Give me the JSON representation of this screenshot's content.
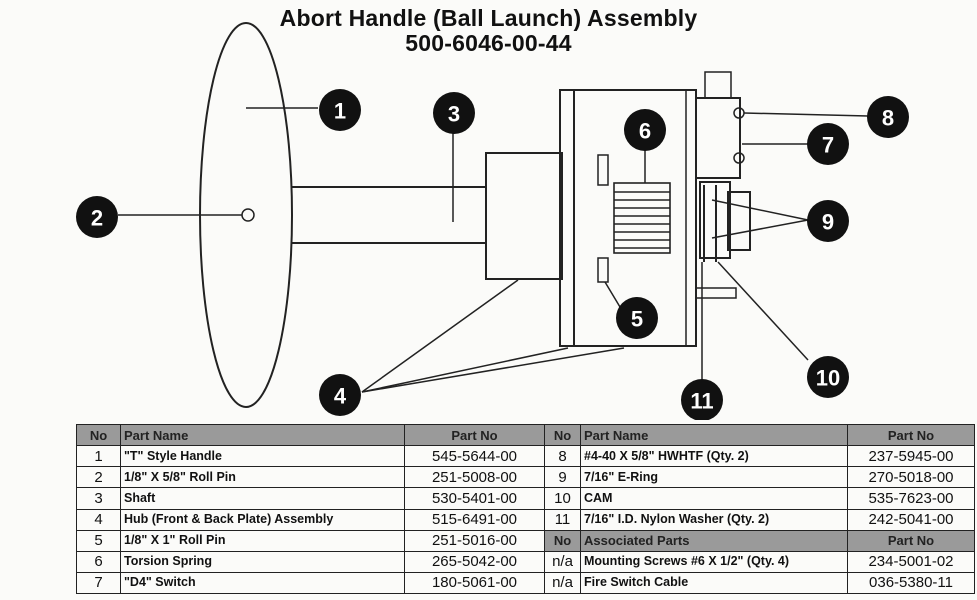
{
  "title": {
    "line1": "Abort Handle (Ball Launch) Assembly",
    "line2": "500-6046-00-44"
  },
  "callouts": [
    "1",
    "2",
    "3",
    "4",
    "5",
    "6",
    "7",
    "8",
    "9",
    "10",
    "11"
  ],
  "table": {
    "headers": {
      "no": "No",
      "part_name": "Part Name",
      "part_no": "Part No"
    },
    "left_rows": [
      {
        "no": "1",
        "name": "\"T\" Style Handle",
        "part": "545-5644-00"
      },
      {
        "no": "2",
        "name": "1/8\" X 5/8\" Roll Pin",
        "part": "251-5008-00"
      },
      {
        "no": "3",
        "name": "Shaft",
        "part": "530-5401-00"
      },
      {
        "no": "4",
        "name": "Hub (Front & Back Plate) Assembly",
        "part": "515-6491-00"
      },
      {
        "no": "5",
        "name": "1/8\" X 1\" Roll Pin",
        "part": "251-5016-00"
      },
      {
        "no": "6",
        "name": "Torsion Spring",
        "part": "265-5042-00"
      },
      {
        "no": "7",
        "name": "\"D4\" Switch",
        "part": "180-5061-00"
      }
    ],
    "right_rows": [
      {
        "no": "8",
        "name": "#4-40 X 5/8\" HWHTF (Qty. 2)",
        "part": "237-5945-00"
      },
      {
        "no": "9",
        "name": "7/16\" E-Ring",
        "part": "270-5018-00"
      },
      {
        "no": "10",
        "name": "CAM",
        "part": "535-7623-00"
      },
      {
        "no": "11",
        "name": "7/16\" I.D. Nylon Washer (Qty. 2)",
        "part": "242-5041-00"
      }
    ],
    "subheaders": {
      "no": "No",
      "assoc_parts": "Associated Parts",
      "part_no": "Part No"
    },
    "assoc_rows": [
      {
        "no": "n/a",
        "name": "Mounting Screws #6 X 1/2\" (Qty. 4)",
        "part": "234-5001-02"
      },
      {
        "no": "n/a",
        "name": "Fire Switch Cable",
        "part": "036-5380-11"
      }
    ]
  }
}
